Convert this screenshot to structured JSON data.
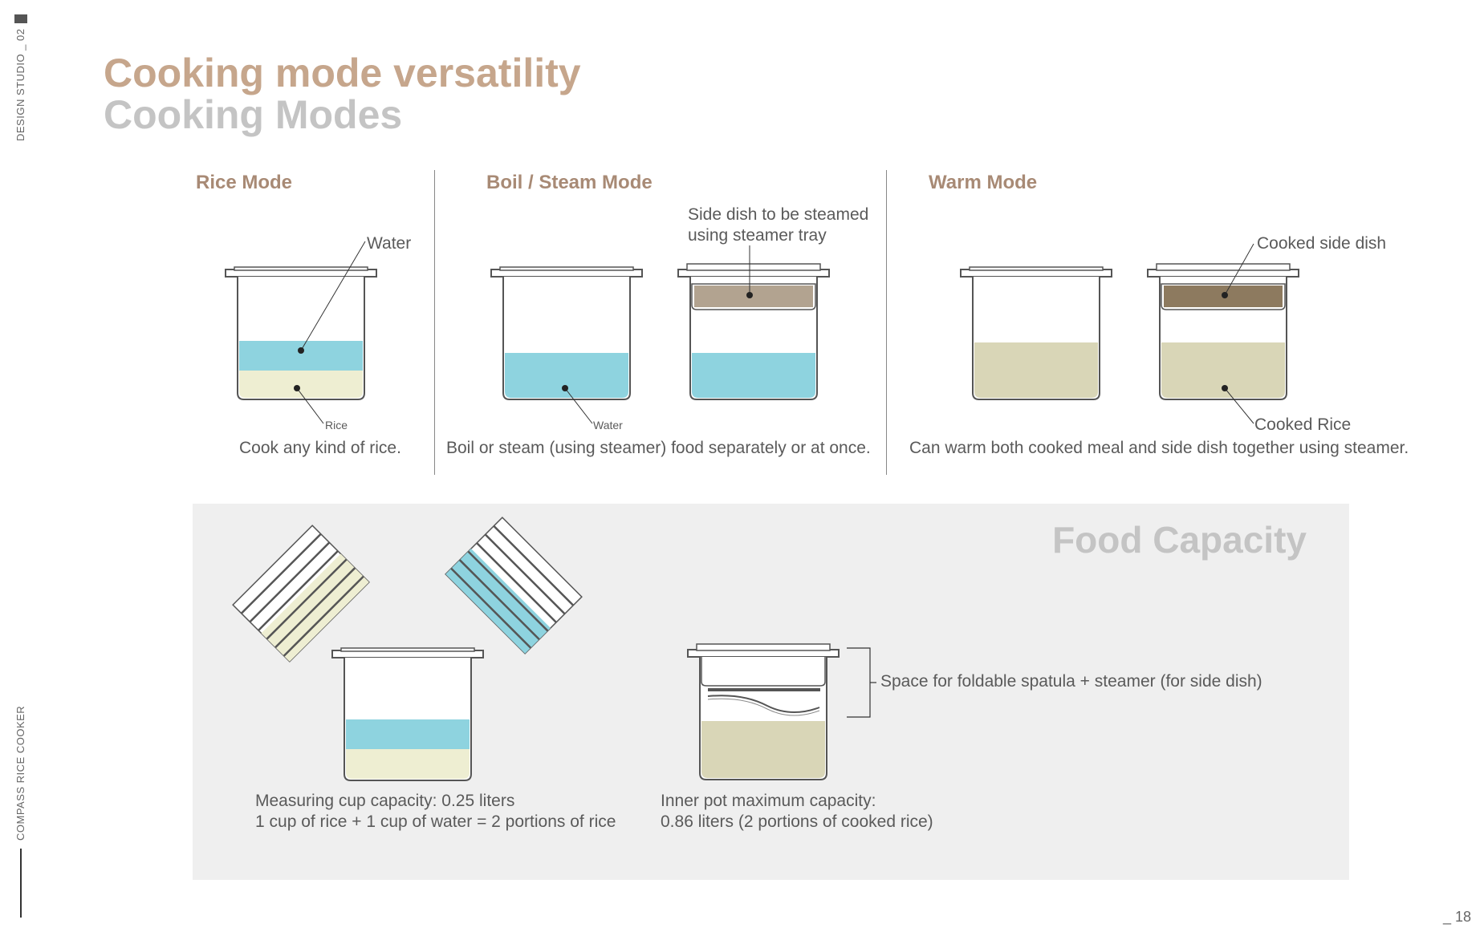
{
  "side": {
    "top_label": "DESIGN STUDIO _ 02",
    "bottom_label": "COMPASS RICE COOKER"
  },
  "header": {
    "title": "Cooking mode versatility",
    "subtitle": "Cooking Modes"
  },
  "modes": [
    {
      "title": "Rice Mode",
      "description": "Cook any kind of rice.",
      "labels": {
        "top": "Water",
        "bottom": "Rice"
      }
    },
    {
      "title": "Boil / Steam Mode",
      "description": "Boil or steam (using steamer) food  separately or at once.",
      "labels": {
        "top_line1": "Side dish to be steamed",
        "top_line2": "using steamer tray",
        "bottom": "Water"
      }
    },
    {
      "title": "Warm Mode",
      "description": "Can warm both cooked meal and side dish together using steamer.",
      "labels": {
        "top": "Cooked side dish",
        "bottom": "Cooked Rice"
      }
    }
  ],
  "capacity": {
    "title": "Food Capacity",
    "cup_line1": "Measuring cup capacity: 0.25 liters",
    "cup_line2": "1 cup of rice + 1 cup of water = 2 portions of rice",
    "pot_line1": "Inner pot maximum capacity:",
    "pot_line2": "0.86 liters (2 portions of cooked rice)",
    "space_label": "Space for foldable spatula + steamer (for side dish)"
  },
  "page_number": "_ 18",
  "colors": {
    "water": "#8ed3df",
    "rice": "#eeeed2",
    "cooked_rice": "#d9d6b7",
    "steam_dish": "#b2a390",
    "cooked_side_dish": "#8d7a5f",
    "title_accent": "#c6a68c",
    "mode_title": "#a88a75"
  }
}
